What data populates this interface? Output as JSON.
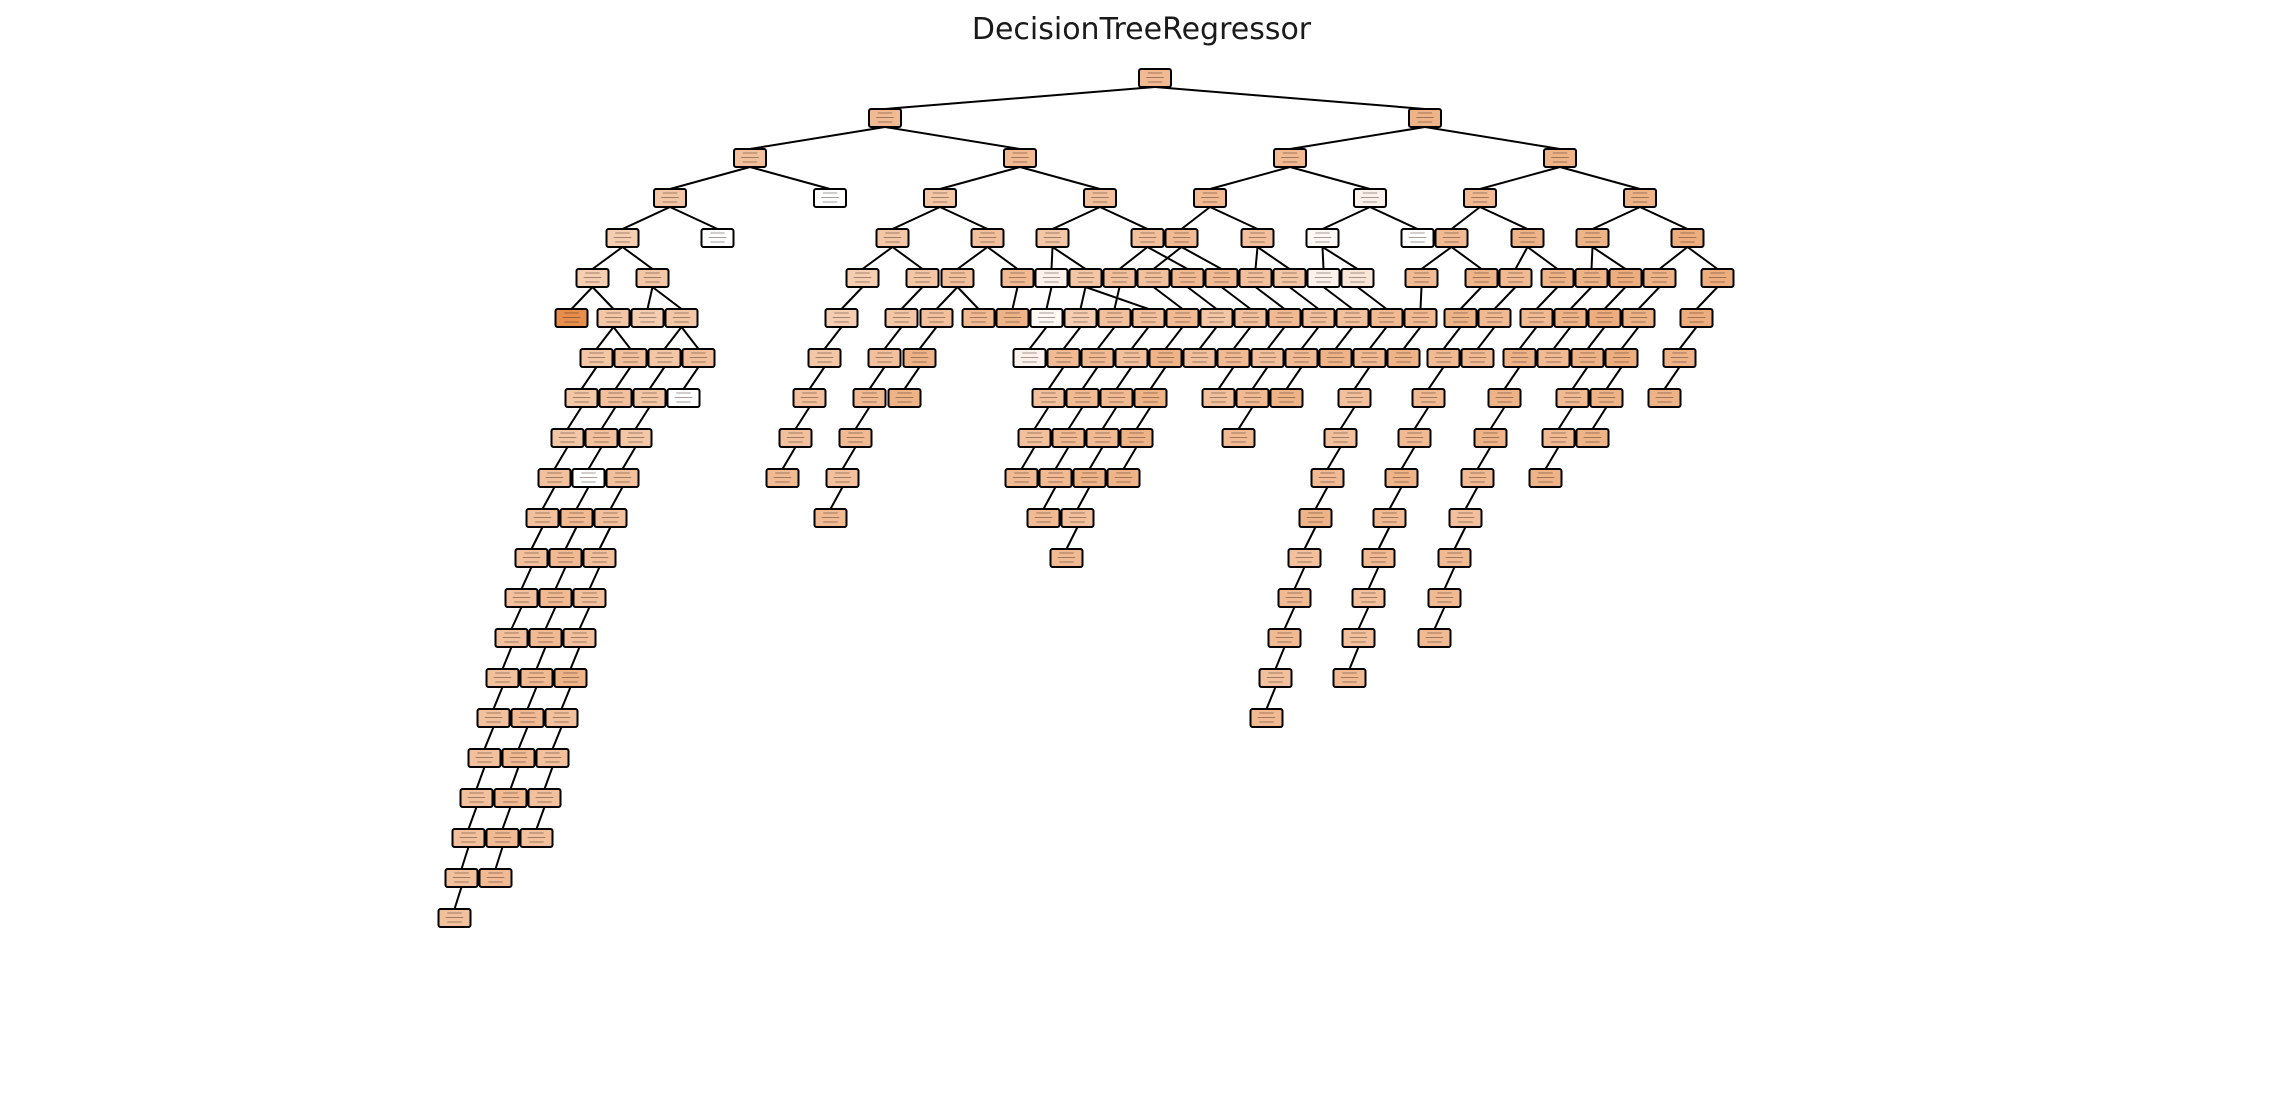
{
  "title": "DecisionTreeRegressor",
  "colors": {
    "edge": "#000000",
    "node_border": "#000000",
    "fill_light": "#fbeee4",
    "fill_mid": "#f2be98",
    "fill_dark": "#e58139",
    "fill_white": "#ffffff"
  },
  "tree": {
    "levels": [
      [
        {
          "s": 0.55
        }
      ],
      [
        {
          "s": 0.55,
          "p": 0
        },
        {
          "s": 0.6,
          "p": 0
        }
      ],
      [
        {
          "s": 0.5,
          "p": 0
        },
        {
          "s": 0.55,
          "p": 0
        },
        {
          "s": 0.55,
          "p": 1
        },
        {
          "s": 0.6,
          "p": 1
        }
      ],
      [
        {
          "s": 0.45,
          "p": 0
        },
        {
          "s": 0.0,
          "p": 0
        },
        {
          "s": 0.45,
          "p": 1
        },
        {
          "s": 0.5,
          "p": 1
        },
        {
          "s": 0.55,
          "p": 2
        },
        {
          "s": 0.1,
          "p": 2
        },
        {
          "s": 0.55,
          "p": 3
        },
        {
          "s": 0.6,
          "p": 3
        }
      ],
      [
        {
          "s": 0.4,
          "p": 0
        },
        {
          "s": 0.0,
          "p": 0
        },
        {
          "s": 0.45,
          "p": 2
        },
        {
          "s": 0.5,
          "p": 2
        },
        {
          "s": 0.45,
          "p": 3
        },
        {
          "s": 0.5,
          "p": 3
        },
        {
          "s": 0.55,
          "p": 4
        },
        {
          "s": 0.5,
          "p": 4
        },
        {
          "s": 0.05,
          "p": 5
        },
        {
          "s": 0.0,
          "p": 5
        },
        {
          "s": 0.55,
          "p": 6
        },
        {
          "s": 0.6,
          "p": 6
        },
        {
          "s": 0.6,
          "p": 7
        },
        {
          "s": 0.65,
          "p": 7
        }
      ],
      [
        {
          "s": 0.4,
          "p": 0
        },
        {
          "s": 0.45,
          "p": 0
        },
        {
          "s": 0.4,
          "p": 2
        },
        {
          "s": 0.45,
          "p": 2
        },
        {
          "s": 0.5,
          "p": 3
        },
        {
          "s": 0.55,
          "p": 3
        },
        {
          "s": 0.1,
          "p": 4
        },
        {
          "s": 0.45,
          "p": 4
        },
        {
          "s": 0.5,
          "p": 5
        },
        {
          "s": 0.55,
          "p": 5
        },
        {
          "s": 0.5,
          "p": 6
        },
        {
          "s": 0.55,
          "p": 6
        },
        {
          "s": 0.5,
          "p": 7
        },
        {
          "s": 0.45,
          "p": 7
        },
        {
          "s": 0.1,
          "p": 8
        },
        {
          "s": 0.2,
          "p": 8
        },
        {
          "s": 0.55,
          "p": 10
        },
        {
          "s": 0.6,
          "p": 10
        },
        {
          "s": 0.55,
          "p": 11
        },
        {
          "s": 0.6,
          "p": 11
        },
        {
          "s": 0.6,
          "p": 12
        },
        {
          "s": 0.65,
          "p": 12
        },
        {
          "s": 0.6,
          "p": 13
        },
        {
          "s": 0.65,
          "p": 13
        }
      ],
      [
        {
          "s": 0.9,
          "p": 0
        },
        {
          "s": 0.45,
          "p": 0
        },
        {
          "s": 0.4,
          "p": 1
        },
        {
          "s": 0.45,
          "p": 1
        },
        {
          "s": 0.4,
          "p": 2
        },
        {
          "s": 0.45,
          "p": 3
        },
        {
          "s": 0.5,
          "p": 4
        },
        {
          "s": 0.55,
          "p": 4
        },
        {
          "s": 0.6,
          "p": 5
        },
        {
          "s": 0.05,
          "p": 6
        },
        {
          "s": 0.4,
          "p": 7
        },
        {
          "s": 0.5,
          "p": 7
        },
        {
          "s": 0.5,
          "p": 8
        },
        {
          "s": 0.45,
          "p": 9
        },
        {
          "s": 0.55,
          "p": 10
        },
        {
          "s": 0.5,
          "p": 11
        },
        {
          "s": 0.55,
          "p": 12
        },
        {
          "s": 0.5,
          "p": 13
        },
        {
          "s": 0.5,
          "p": 14
        },
        {
          "s": 0.55,
          "p": 15
        },
        {
          "s": 0.55,
          "p": 16
        },
        {
          "s": 0.6,
          "p": 17
        },
        {
          "s": 0.55,
          "p": 18
        },
        {
          "s": 0.55,
          "p": 19
        },
        {
          "s": 0.6,
          "p": 20
        },
        {
          "s": 0.65,
          "p": 21
        },
        {
          "s": 0.6,
          "p": 22
        },
        {
          "s": 0.65,
          "p": 23
        }
      ],
      [
        {
          "s": 0.45,
          "p": 1
        },
        {
          "s": 0.5,
          "p": 1
        },
        {
          "s": 0.45,
          "p": 3
        },
        {
          "s": 0.5,
          "p": 3
        },
        {
          "s": 0.45,
          "p": 4
        },
        {
          "s": 0.5,
          "p": 5
        },
        {
          "s": 0.6,
          "p": 6
        },
        {
          "s": 0.1,
          "p": 9
        },
        {
          "s": 0.55,
          "p": 10
        },
        {
          "s": 0.5,
          "p": 11
        },
        {
          "s": 0.55,
          "p": 12
        },
        {
          "s": 0.5,
          "p": 13
        },
        {
          "s": 0.6,
          "p": 14
        },
        {
          "s": 0.55,
          "p": 15
        },
        {
          "s": 0.5,
          "p": 16
        },
        {
          "s": 0.55,
          "p": 17
        },
        {
          "s": 0.6,
          "p": 18
        },
        {
          "s": 0.55,
          "p": 19
        },
        {
          "s": 0.6,
          "p": 20
        },
        {
          "s": 0.55,
          "p": 21
        },
        {
          "s": 0.55,
          "p": 22
        },
        {
          "s": 0.6,
          "p": 23
        },
        {
          "s": 0.55,
          "p": 24
        },
        {
          "s": 0.6,
          "p": 25
        },
        {
          "s": 0.65,
          "p": 26
        },
        {
          "s": 0.6,
          "p": 27
        }
      ],
      [
        {
          "s": 0.45,
          "p": 0
        },
        {
          "s": 0.5,
          "p": 1
        },
        {
          "s": 0.45,
          "p": 2
        },
        {
          "s": 0.0,
          "p": 3
        },
        {
          "s": 0.5,
          "p": 4
        },
        {
          "s": 0.55,
          "p": 5
        },
        {
          "s": 0.6,
          "p": 6
        },
        {
          "s": 0.5,
          "p": 8
        },
        {
          "s": 0.55,
          "p": 9
        },
        {
          "s": 0.55,
          "p": 10
        },
        {
          "s": 0.6,
          "p": 12
        },
        {
          "s": 0.5,
          "p": 13
        },
        {
          "s": 0.55,
          "p": 14
        },
        {
          "s": 0.6,
          "p": 15
        },
        {
          "s": 0.5,
          "p": 17
        },
        {
          "s": 0.55,
          "p": 19
        },
        {
          "s": 0.6,
          "p": 21
        },
        {
          "s": 0.55,
          "p": 23
        },
        {
          "s": 0.6,
          "p": 24
        },
        {
          "s": 0.6,
          "p": 25
        }
      ],
      [
        {
          "s": 0.45,
          "p": 0
        },
        {
          "s": 0.5,
          "p": 1
        },
        {
          "s": 0.45,
          "p": 2
        },
        {
          "s": 0.5,
          "p": 4
        },
        {
          "s": 0.55,
          "p": 5
        },
        {
          "s": 0.5,
          "p": 7
        },
        {
          "s": 0.55,
          "p": 8
        },
        {
          "s": 0.55,
          "p": 9
        },
        {
          "s": 0.6,
          "p": 10
        },
        {
          "s": 0.55,
          "p": 12
        },
        {
          "s": 0.5,
          "p": 14
        },
        {
          "s": 0.55,
          "p": 15
        },
        {
          "s": 0.6,
          "p": 16
        },
        {
          "s": 0.55,
          "p": 17
        },
        {
          "s": 0.6,
          "p": 18
        }
      ],
      [
        {
          "s": 0.5,
          "p": 0
        },
        {
          "s": 0.0,
          "p": 1
        },
        {
          "s": 0.5,
          "p": 2
        },
        {
          "s": 0.55,
          "p": 3
        },
        {
          "s": 0.5,
          "p": 4
        },
        {
          "s": 0.55,
          "p": 5
        },
        {
          "s": 0.6,
          "p": 6
        },
        {
          "s": 0.55,
          "p": 7
        },
        {
          "s": 0.6,
          "p": 8
        },
        {
          "s": 0.55,
          "p": 10
        },
        {
          "s": 0.6,
          "p": 11
        },
        {
          "s": 0.55,
          "p": 12
        },
        {
          "s": 0.6,
          "p": 13
        }
      ],
      [
        {
          "s": 0.5,
          "p": 0
        },
        {
          "s": 0.55,
          "p": 1
        },
        {
          "s": 0.5,
          "p": 2
        },
        {
          "s": 0.55,
          "p": 4
        },
        {
          "s": 0.5,
          "p": 6
        },
        {
          "s": 0.55,
          "p": 7
        },
        {
          "s": 0.6,
          "p": 9
        },
        {
          "s": 0.55,
          "p": 10
        },
        {
          "s": 0.5,
          "p": 11
        }
      ],
      [
        {
          "s": 0.5,
          "p": 0
        },
        {
          "s": 0.55,
          "p": 1
        },
        {
          "s": 0.5,
          "p": 2
        },
        {
          "s": 0.55,
          "p": 4
        },
        {
          "s": 0.5,
          "p": 6
        },
        {
          "s": 0.55,
          "p": 7
        },
        {
          "s": 0.55,
          "p": 8
        }
      ],
      [
        {
          "s": 0.5,
          "p": 0
        },
        {
          "s": 0.55,
          "p": 1
        },
        {
          "s": 0.5,
          "p": 2
        },
        {
          "s": 0.55,
          "p": 4
        },
        {
          "s": 0.5,
          "p": 5
        },
        {
          "s": 0.55,
          "p": 6
        }
      ],
      [
        {
          "s": 0.5,
          "p": 0
        },
        {
          "s": 0.55,
          "p": 1
        },
        {
          "s": 0.5,
          "p": 2
        },
        {
          "s": 0.55,
          "p": 3
        },
        {
          "s": 0.5,
          "p": 4
        },
        {
          "s": 0.55,
          "p": 5
        }
      ],
      [
        {
          "s": 0.5,
          "p": 0
        },
        {
          "s": 0.55,
          "p": 1
        },
        {
          "s": 0.6,
          "p": 2
        },
        {
          "s": 0.5,
          "p": 3
        },
        {
          "s": 0.55,
          "p": 4
        }
      ],
      [
        {
          "s": 0.5,
          "p": 0
        },
        {
          "s": 0.55,
          "p": 1
        },
        {
          "s": 0.5,
          "p": 2
        },
        {
          "s": 0.55,
          "p": 3
        }
      ],
      [
        {
          "s": 0.5,
          "p": 0
        },
        {
          "s": 0.55,
          "p": 1
        },
        {
          "s": 0.5,
          "p": 2
        }
      ],
      [
        {
          "s": 0.5,
          "p": 0
        },
        {
          "s": 0.55,
          "p": 1
        },
        {
          "s": 0.5,
          "p": 2
        }
      ],
      [
        {
          "s": 0.5,
          "p": 0
        },
        {
          "s": 0.55,
          "p": 1
        },
        {
          "s": 0.5,
          "p": 2
        }
      ],
      [
        {
          "s": 0.5,
          "p": 0
        },
        {
          "s": 0.55,
          "p": 1
        }
      ],
      [
        {
          "s": 0.5,
          "p": 0
        }
      ]
    ]
  }
}
